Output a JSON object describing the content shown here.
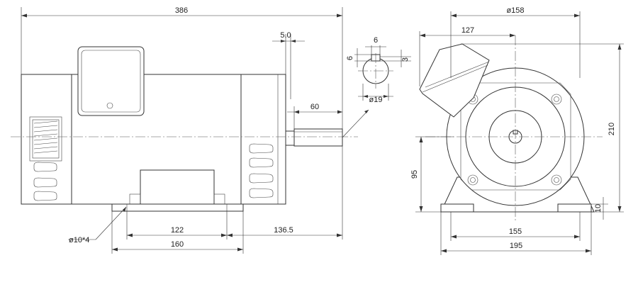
{
  "dimensions": {
    "overall_length": "386",
    "key_offset": "5.0",
    "shaft_length": "60",
    "foot_hole_spacing": "122",
    "shaft_to_foot": "136.5",
    "base_length": "160",
    "foot_hole_note": "ø10*4",
    "key_width": "6",
    "key_height": "6",
    "key_depth": "3",
    "shaft_diameter": "ø19",
    "flange_diameter": "ø158",
    "terminal_box_offset": "127",
    "overall_height": "210",
    "center_height": "95",
    "foot_thickness": "10",
    "foot_hole_spacing_end": "155",
    "base_width": "195"
  }
}
